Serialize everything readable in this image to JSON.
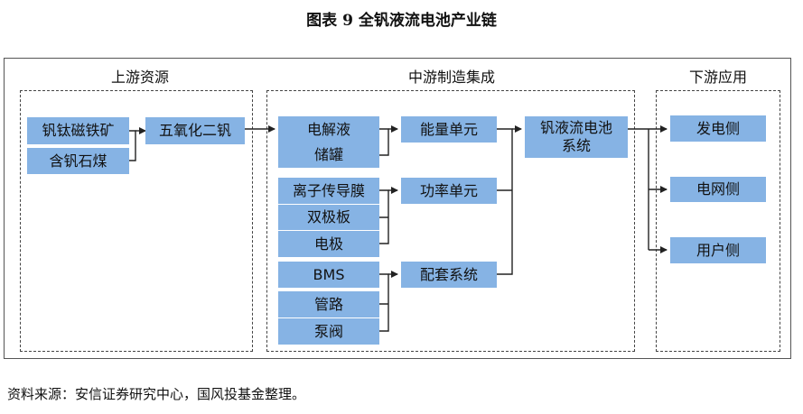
{
  "title": "图表 9  全钒液流电池产业链",
  "source": "资料来源：安信证券研究中心，国风投基金整理。",
  "accent_color": "#86b3e4",
  "groups": {
    "upstream": {
      "title": "上游资源",
      "nodes": {
        "vanadium_titanium_magnetite": "钒钛磁铁矿",
        "vanadium_stone_coal": "含钒石煤",
        "vanadium_pentoxide": "五氧化二钒"
      }
    },
    "midstream": {
      "title": "中游制造集成",
      "nodes": {
        "electrolyte": "电解液",
        "storage_tank": "储罐",
        "ion_membrane": "离子传导膜",
        "bipolar_plate": "双极板",
        "electrode": "电极",
        "bms": "BMS",
        "piping": "管路",
        "pump_valve": "泵阀",
        "energy_unit": "能量单元",
        "power_unit": "功率单元",
        "bop_system": "配套系统",
        "battery_system_line1": "钒液流电池",
        "battery_system_line2": "系统"
      }
    },
    "downstream": {
      "title": "下游应用",
      "nodes": {
        "generation_side": "发电侧",
        "grid_side": "电网侧",
        "user_side": "用户侧"
      }
    }
  }
}
